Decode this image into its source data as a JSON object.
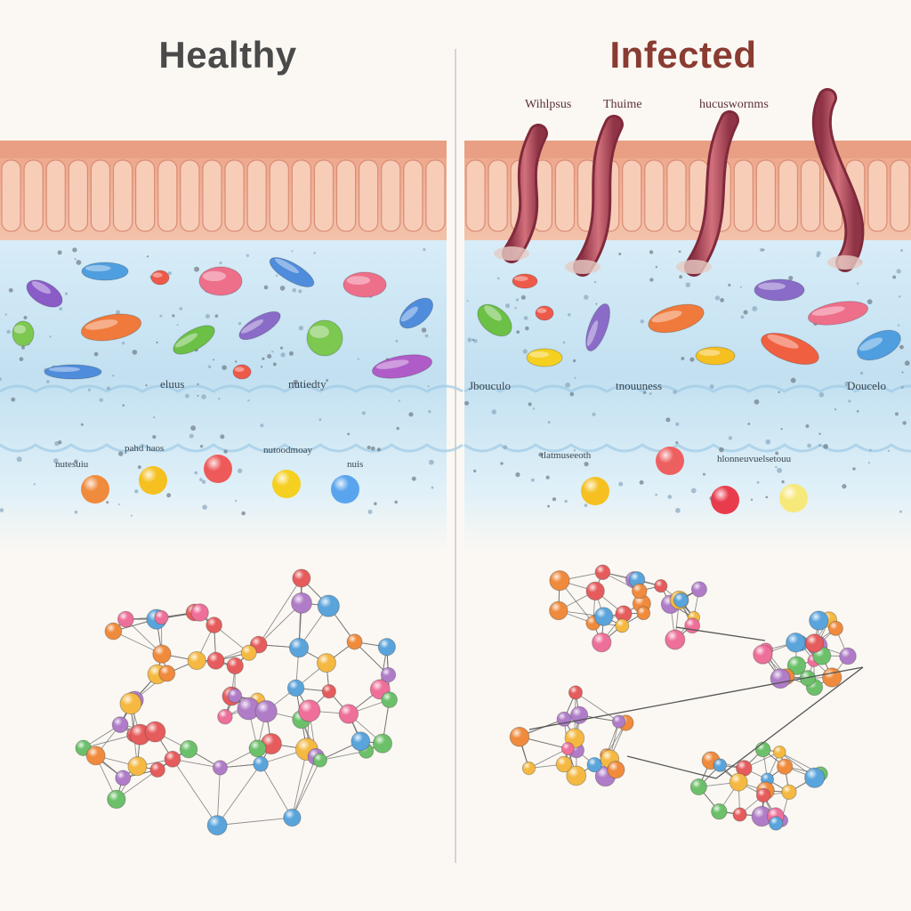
{
  "titles": {
    "healthy": "Healthy",
    "infected": "Infected"
  },
  "labels": {
    "worm_1": "Wihlpsus",
    "worm_2": "Thuime",
    "worm_3": "hucuswornms",
    "healthy_mid_1": "eluus",
    "healthy_mid_2": "nutiedty",
    "infected_mid_1": "Jbouculo",
    "infected_mid_2": "tnouuness",
    "infected_mid_3": "Doucelo",
    "healthy_low_1": "nutesuiu",
    "healthy_low_2": "pahd haos",
    "healthy_low_3": "nutoodmoay",
    "healthy_low_4": "nuis",
    "infected_low_1": "tlatmuseeoth",
    "infected_low_2": "hlonneuvuelsetouu"
  },
  "colors": {
    "epithelium": "#f0b8a0",
    "mucus": "#cfe6f3",
    "worm": "#b65463",
    "node_palette": [
      "#5aa4dc",
      "#f5b942",
      "#6cc06a",
      "#e65c5c",
      "#b07cc8",
      "#f08a3c",
      "#ee6f9a"
    ]
  }
}
